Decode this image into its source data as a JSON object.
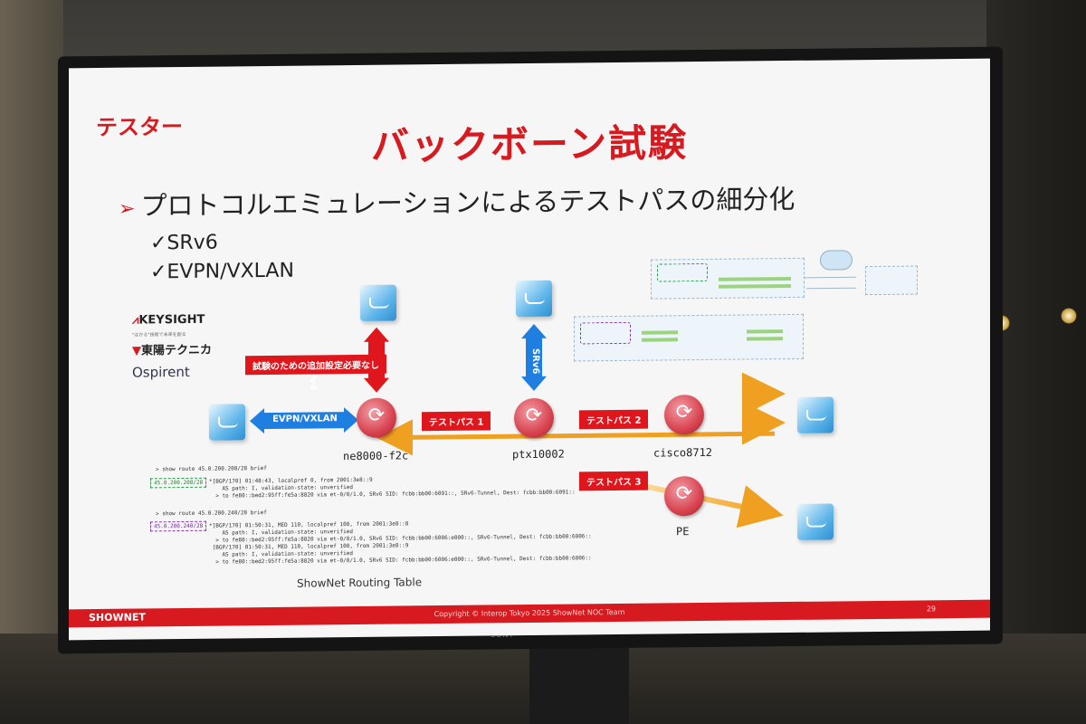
{
  "slide": {
    "tag": "テスター",
    "title": "バックボーン試験",
    "bullet": "プロトコルエミュレーションによるテストパスの細分化",
    "bullet_marker": "➢",
    "subs": [
      "✓SRv6",
      "✓EVPN/VXLAN"
    ],
    "logos": [
      "KEYSIGHT",
      "東陽テクニカ",
      "Ospirent"
    ],
    "logo_tagline": "\"はかる\"技術で未来を創る",
    "note": "試験のための追加設定必要なし",
    "labels": {
      "ipv4": "IPv4",
      "srv6": "SRv6",
      "evpn": "EVPN/VXLAN",
      "path1": "テストパス 1",
      "path2": "テストパス 2",
      "path3": "テストパス 3"
    },
    "routers": [
      "ne8000-f2c",
      "ptx10002",
      "cisco8712",
      "PE"
    ],
    "routing": {
      "cmd1": "> show route 45.0.200.208/28 brief",
      "prefix1": "45.0.200.208/28",
      "lines1": [
        "*[BGP/170] 01:48:43, localpref 0, from 2001:3e8::9",
        "    AS path: I, validation-state: unverified",
        "  > to fe80::bed2:95ff:fe5a:8820 via et-0/0/1.0, SRv6 SID: fcbb:bb00:6091::, SRv6-Tunnel, Dest: fcbb:bb00:6091::"
      ],
      "cmd2": "> show route 45.0.200.240/28 brief",
      "prefix2": "45.0.200.240/28",
      "lines2": [
        "*[BGP/170] 01:50:31, MED 110, localpref 100, from 2001:3e8::8",
        "    AS path: I, validation-state: unverified",
        "  > to fe80::bed2:95ff:fe5a:8820 via et-0/0/1.0, SRv6 SID: fcbb:bb00:6006:e000::, SRv6-Tunnel, Dest: fcbb:bb00:6006::",
        " [BGP/170] 01:50:31, MED 110, localpref 100, from 2001:3e8::9",
        "    AS path: I, validation-state: unverified",
        "  > to fe80::bed2:95ff:fe5a:8820 via et-0/0/1.0, SRv6 SID: fcbb:bb00:6006:e000::, SRv6-Tunnel, Dest: fcbb:bb00:6006::"
      ]
    },
    "caption": "ShowNet Routing Table",
    "footer": {
      "logo": "SHOWNET",
      "copyright": "Copyright © Interop Tokyo 2025 ShowNet NOC Team",
      "page": "29"
    }
  },
  "monitor_brand": "SONY",
  "colors": {
    "accent_red": "#d61a1f",
    "arrow_blue": "#1f7fe0",
    "path_orange": "#f0a020"
  }
}
